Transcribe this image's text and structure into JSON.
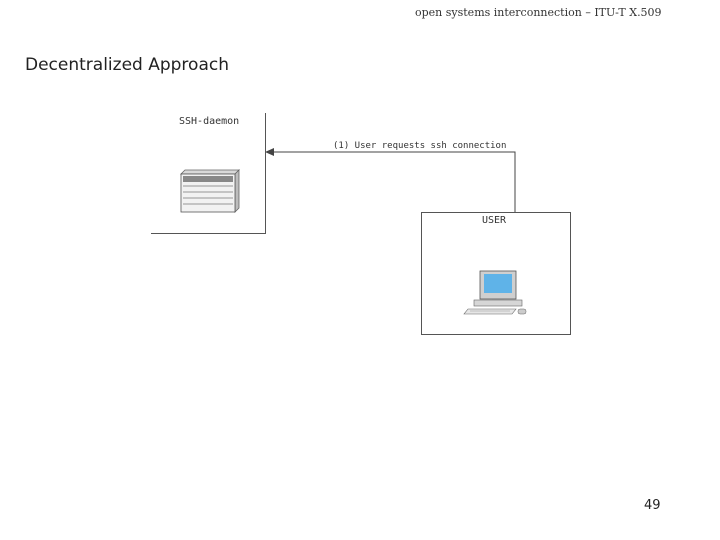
{
  "header": {
    "note": "open systems interconnection – ITU-T X.509"
  },
  "slide": {
    "title": "Decentralized Approach",
    "page_number": "49"
  },
  "diagram": {
    "nodes": [
      {
        "id": "server",
        "label": "SSH-daemon",
        "icon": "server-icon"
      },
      {
        "id": "client",
        "label": "USER",
        "icon": "workstation-icon"
      }
    ],
    "edge": {
      "from": "client",
      "to": "server",
      "label": "(1) User requests ssh connection"
    }
  }
}
